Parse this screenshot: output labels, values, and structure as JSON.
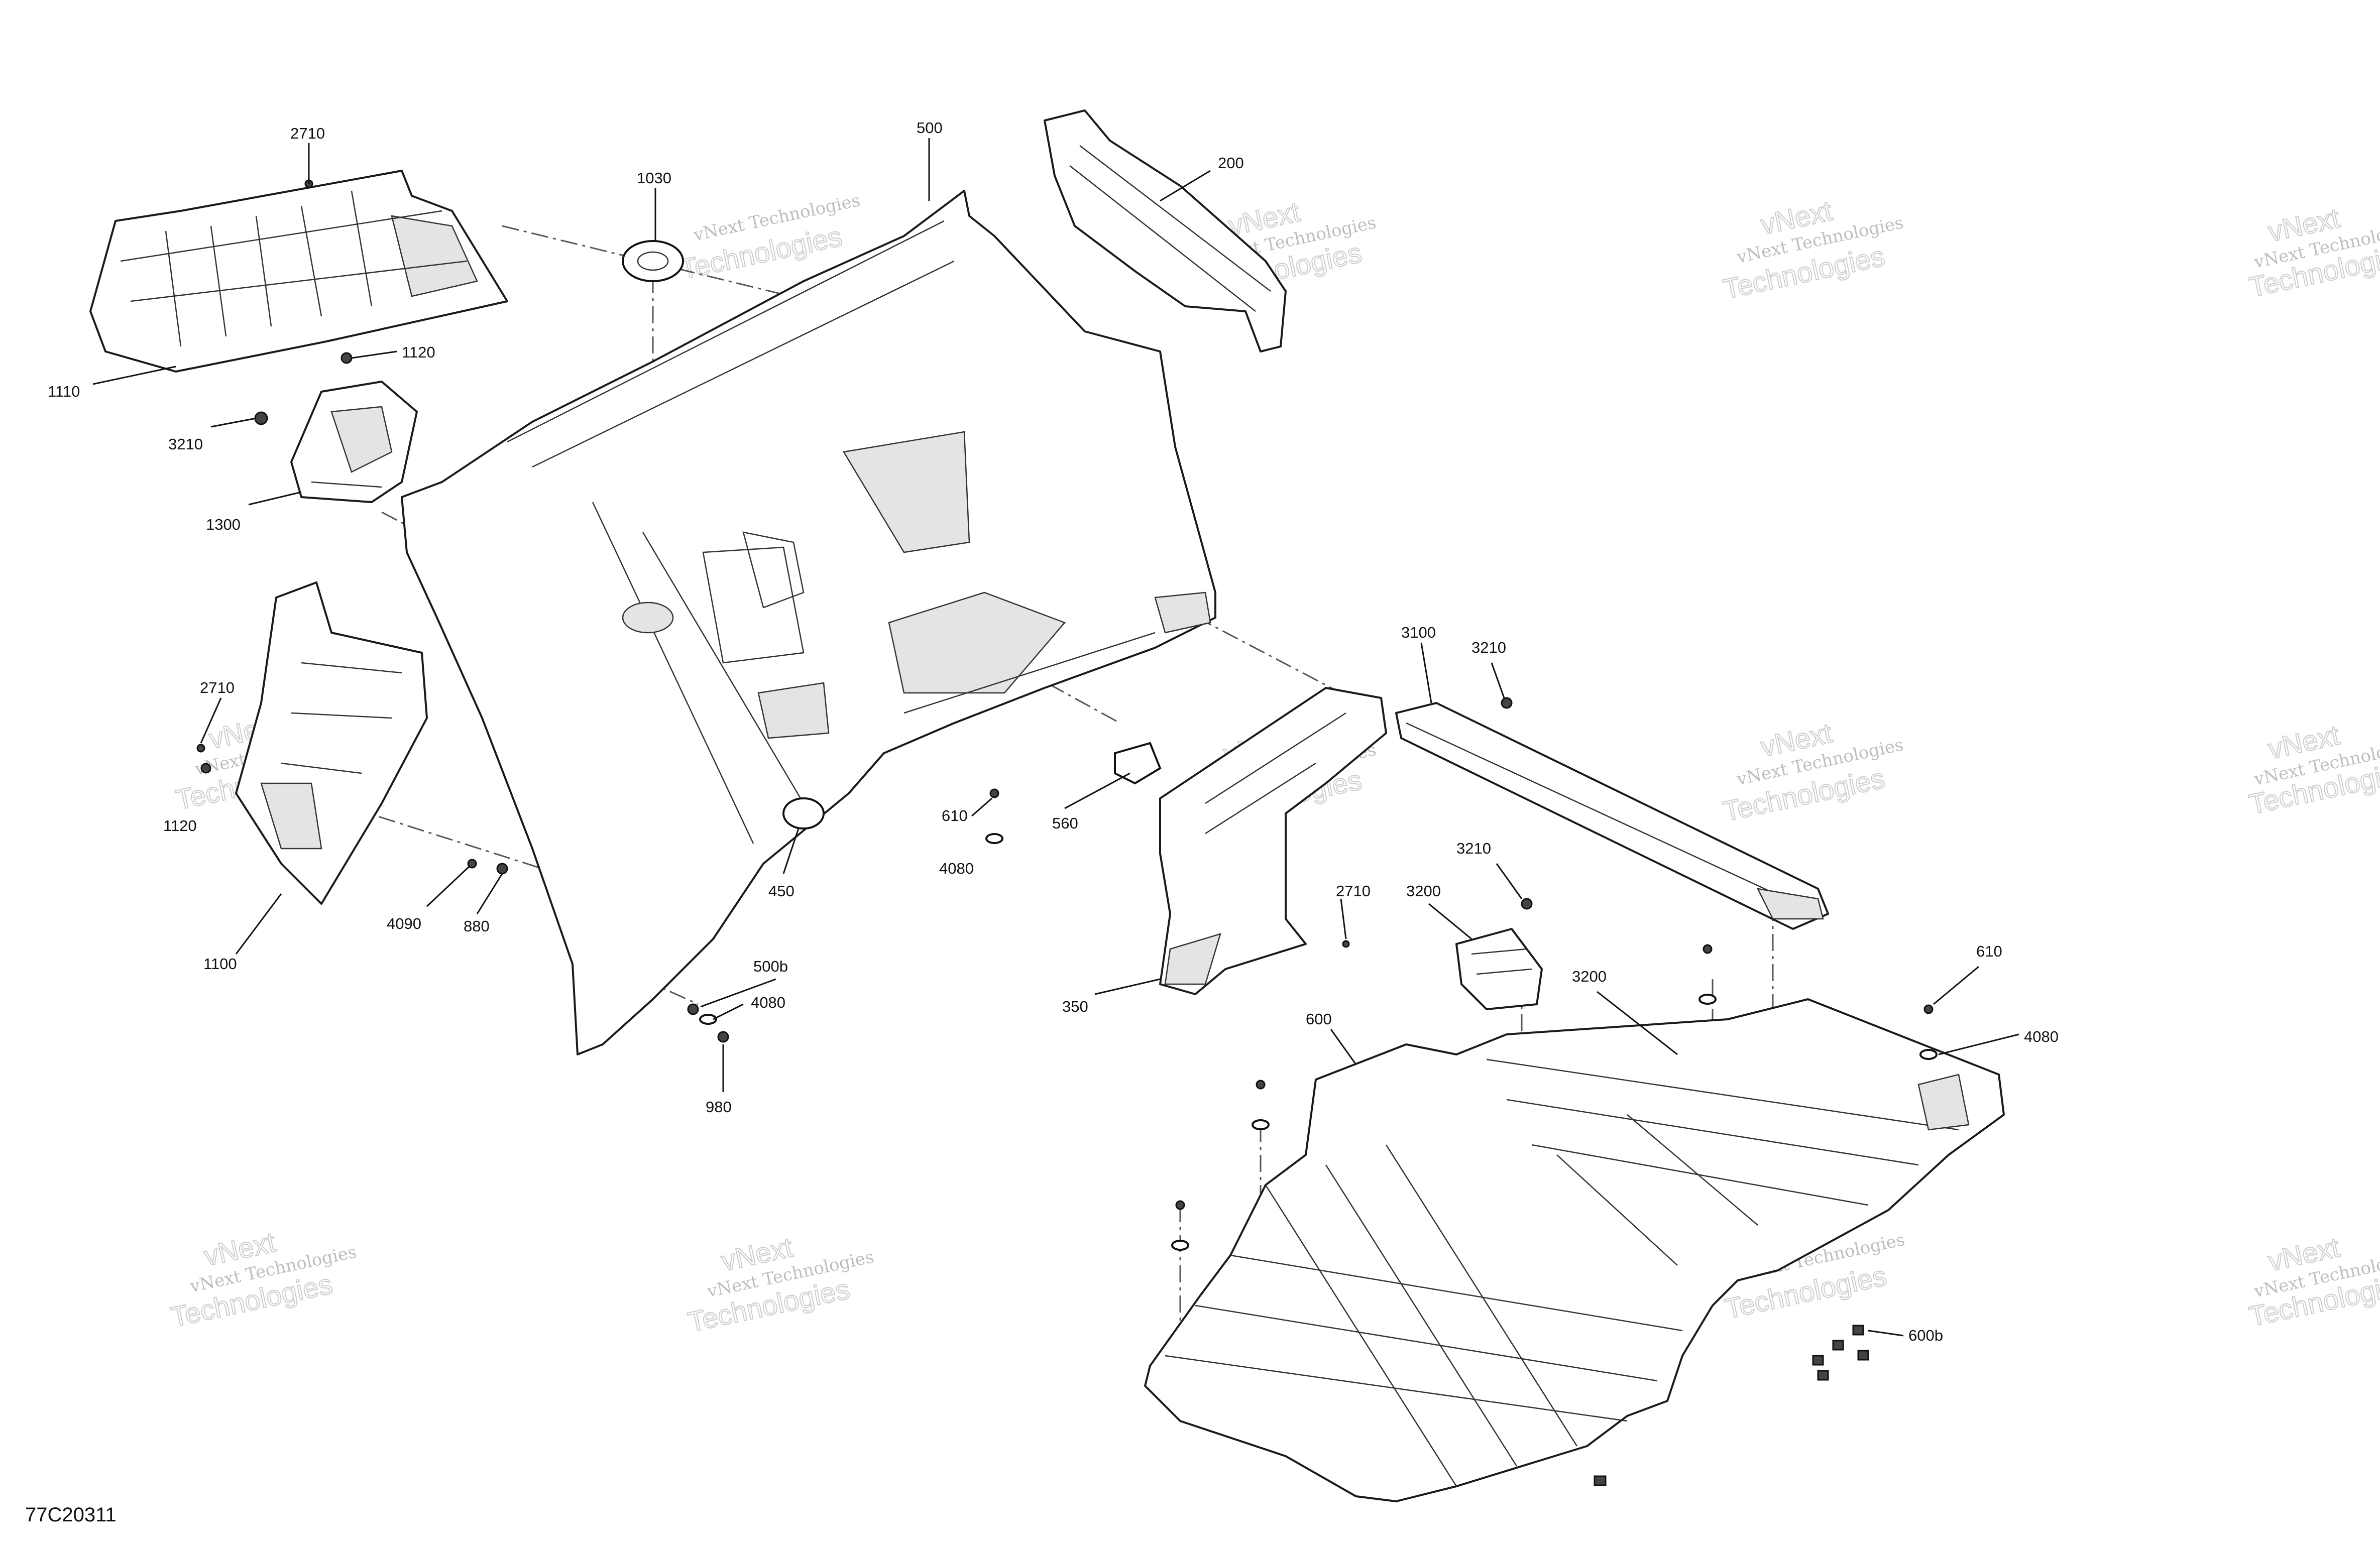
{
  "diagram": {
    "drawing_number": "77C20311",
    "callouts": [
      {
        "id": "2710",
        "text": "2710"
      },
      {
        "id": "1110",
        "text": "1110"
      },
      {
        "id": "1120a",
        "text": "1120"
      },
      {
        "id": "3210a",
        "text": "3210"
      },
      {
        "id": "1300",
        "text": "1300"
      },
      {
        "id": "1030",
        "text": "1030"
      },
      {
        "id": "500",
        "text": "500"
      },
      {
        "id": "200",
        "text": "200"
      },
      {
        "id": "2710b",
        "text": "2710"
      },
      {
        "id": "1120b",
        "text": "1120"
      },
      {
        "id": "1100",
        "text": "1100"
      },
      {
        "id": "4090",
        "text": "4090"
      },
      {
        "id": "880",
        "text": "880"
      },
      {
        "id": "450",
        "text": "450"
      },
      {
        "id": "610a",
        "text": "610"
      },
      {
        "id": "4080a",
        "text": "4080"
      },
      {
        "id": "560",
        "text": "560"
      },
      {
        "id": "500b",
        "text": "500b"
      },
      {
        "id": "4080b",
        "text": "4080"
      },
      {
        "id": "980",
        "text": "980"
      },
      {
        "id": "350",
        "text": "350"
      },
      {
        "id": "2710c",
        "text": "2710"
      },
      {
        "id": "3100",
        "text": "3100"
      },
      {
        "id": "3210b",
        "text": "3210"
      },
      {
        "id": "3210c",
        "text": "3210"
      },
      {
        "id": "3200a",
        "text": "3200"
      },
      {
        "id": "3200b",
        "text": "3200"
      },
      {
        "id": "610b",
        "text": "610"
      },
      {
        "id": "4080c",
        "text": "4080"
      },
      {
        "id": "600",
        "text": "600"
      },
      {
        "id": "600b",
        "text": "600b"
      }
    ],
    "watermark": {
      "line1": "vNext Technologies",
      "line2": "Technologies",
      "line3": "vNext"
    }
  }
}
